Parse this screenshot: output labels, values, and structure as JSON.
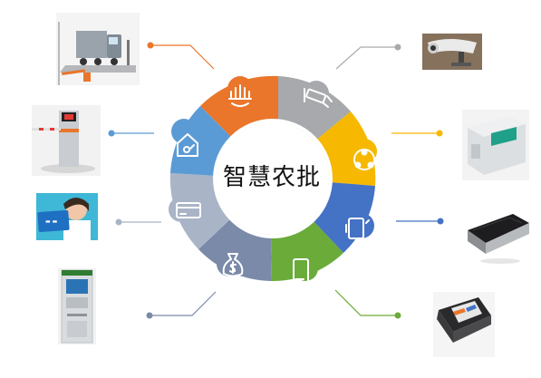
{
  "diagram": {
    "center_title": "智慧农批",
    "colors": {
      "orange": "#e9762b",
      "gray": "#a7a9ac",
      "yellow": "#f6b800",
      "blue": "#4472c4",
      "green": "#6aab3a",
      "slate": "#7a8aa8",
      "lightslate": "#a9b4c6",
      "skyblue": "#5b9bd5"
    },
    "segments": [
      {
        "icon": "warehouse-icon",
        "color": "#e9762b"
      },
      {
        "icon": "cctv-camera-icon",
        "color": "#a7a9ac"
      },
      {
        "icon": "network-share-icon",
        "color": "#f6b800"
      },
      {
        "icon": "card-reader-icon",
        "color": "#4472c4"
      },
      {
        "icon": "smartphone-icon",
        "color": "#6aab3a"
      },
      {
        "icon": "money-bag-icon",
        "color": "#7a8aa8"
      },
      {
        "icon": "bank-card-icon",
        "color": "#a9b4c6"
      },
      {
        "icon": "house-key-icon",
        "color": "#5b9bd5"
      }
    ],
    "devices": [
      "truck-weighbridge-photo",
      "parking-barrier-gate-photo",
      "smart-card-photo",
      "atm-kiosk-photo",
      "surveillance-camera-photo",
      "card-printer-photo",
      "card-reader-device-photo",
      "handheld-pos-photo"
    ]
  }
}
